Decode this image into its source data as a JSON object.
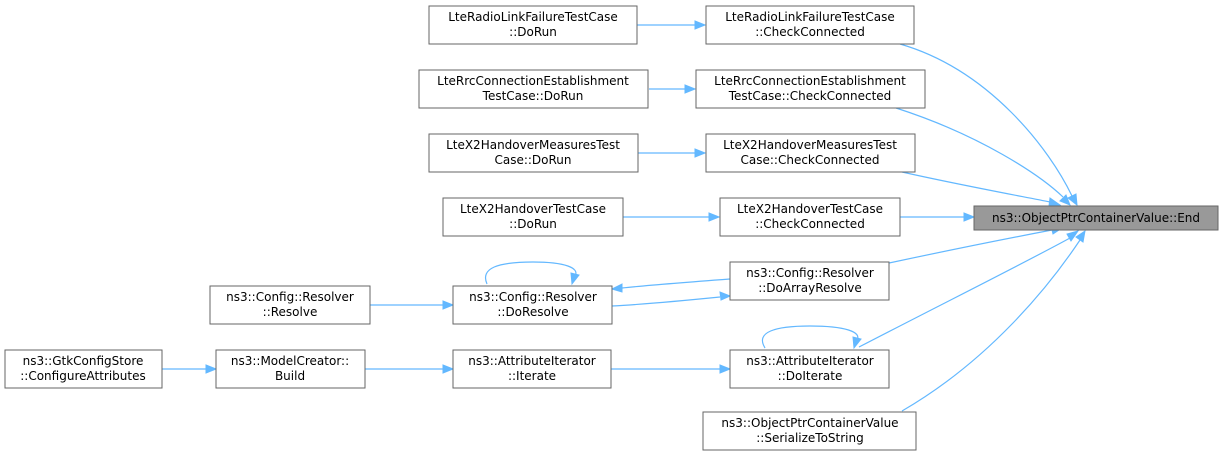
{
  "graph": {
    "root": {
      "line1": "ns3::ObjectPtrContainerValue::End"
    },
    "nodes": {
      "rlf_check": {
        "line1": "LteRadioLinkFailureTestCase",
        "line2": "::CheckConnected"
      },
      "rlf_run": {
        "line1": "LteRadioLinkFailureTestCase",
        "line2": "::DoRun"
      },
      "rrc_check": {
        "line1": "LteRrcConnectionEstablishment",
        "line2": "TestCase::CheckConnected"
      },
      "rrc_run": {
        "line1": "LteRrcConnectionEstablishment",
        "line2": "TestCase::DoRun"
      },
      "x2m_check": {
        "line1": "LteX2HandoverMeasuresTest",
        "line2": "Case::CheckConnected"
      },
      "x2m_run": {
        "line1": "LteX2HandoverMeasuresTest",
        "line2": "Case::DoRun"
      },
      "x2h_check": {
        "line1": "LteX2HandoverTestCase",
        "line2": "::CheckConnected"
      },
      "x2h_run": {
        "line1": "LteX2HandoverTestCase",
        "line2": "::DoRun"
      },
      "doarray": {
        "line1": "ns3::Config::Resolver",
        "line2": "::DoArrayResolve"
      },
      "doresolve": {
        "line1": "ns3::Config::Resolver",
        "line2": "::DoResolve"
      },
      "resolve": {
        "line1": "ns3::Config::Resolver",
        "line2": "::Resolve"
      },
      "doiterate": {
        "line1": "ns3::AttributeIterator",
        "line2": "::DoIterate"
      },
      "iterate": {
        "line1": "ns3::AttributeIterator",
        "line2": "::Iterate"
      },
      "build": {
        "line1": "ns3::ModelCreator::",
        "line2": "Build"
      },
      "configattrs": {
        "line1": "ns3::GtkConfigStore",
        "line2": "::ConfigureAttributes"
      },
      "serialize": {
        "line1": "ns3::ObjectPtrContainerValue",
        "line2": "::SerializeToString"
      }
    }
  }
}
